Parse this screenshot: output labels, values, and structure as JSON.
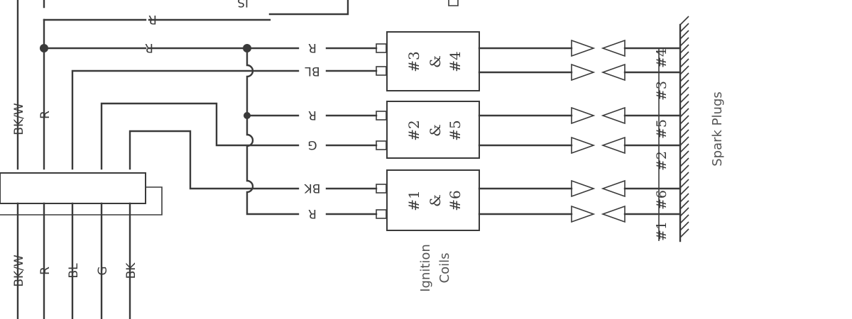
{
  "wire_labels": {
    "top_r1": "R",
    "top_r2": "R",
    "c1_r": "R",
    "c1_bl": "BL",
    "c2_r": "R",
    "c2_g": "G",
    "c3_bk": "BK",
    "c3_r": "R",
    "upper_bkw": "BK/W",
    "upper_r": "R",
    "lower_bkw": "BK/W",
    "lower_r": "R",
    "lower_bl": "BL",
    "lower_g": "G",
    "lower_bk": "BK"
  },
  "coils": [
    {
      "a": "#3",
      "amp": "&",
      "b": "#4"
    },
    {
      "a": "#2",
      "amp": "&",
      "b": "#5"
    },
    {
      "a": "#1",
      "amp": "&",
      "b": "#6"
    }
  ],
  "coil_caption": {
    "line1": "Ignition",
    "line2": "Coils"
  },
  "plugs": [
    "#4",
    "#3",
    "#5",
    "#2",
    "#6",
    "#1"
  ],
  "plugs_caption": "Spark Plugs",
  "top_partial": "JS"
}
